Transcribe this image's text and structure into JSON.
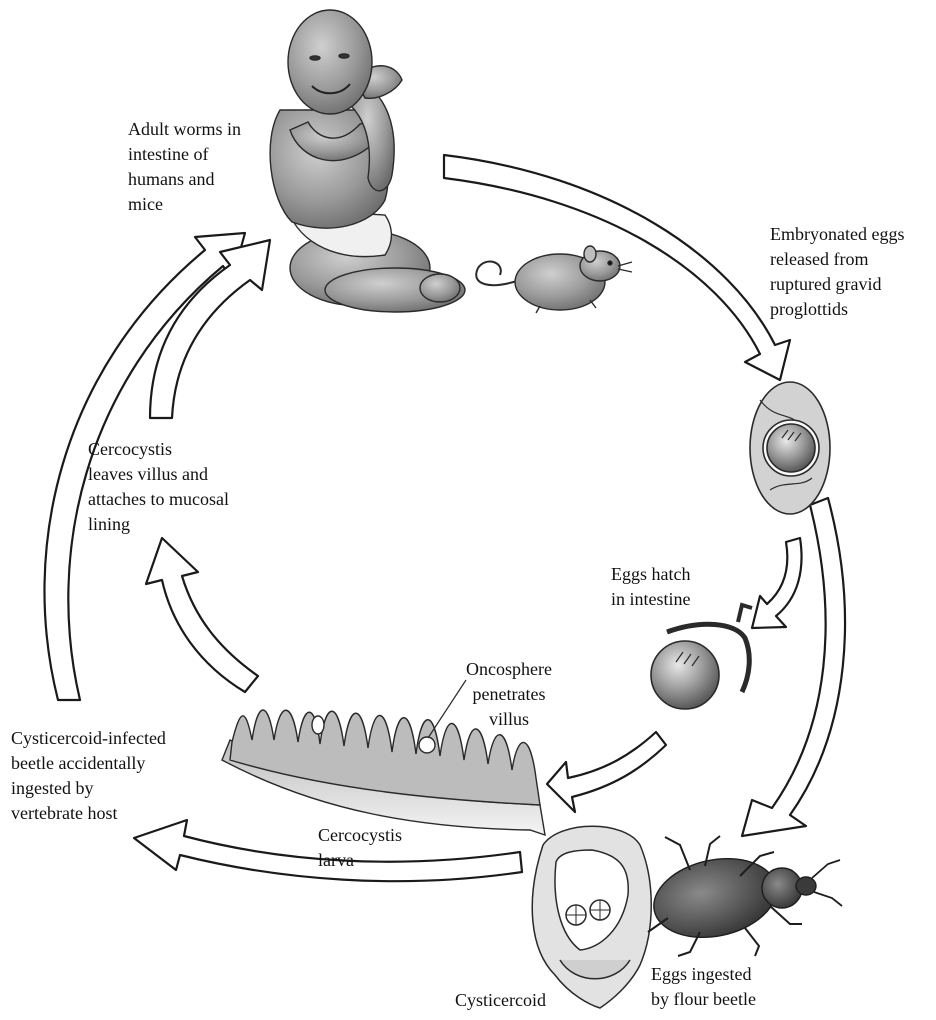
{
  "labels": {
    "adult_worms": [
      "Adult worms in",
      "intestine of",
      "humans and",
      "mice"
    ],
    "embryonated_eggs": [
      "Embryonated eggs",
      "released from",
      "ruptured gravid",
      "proglottids"
    ],
    "eggs_hatch": [
      "Eggs hatch",
      "in intestine"
    ],
    "oncosphere": [
      "Oncosphere",
      "penetrates",
      "villus"
    ],
    "cercocystis_leaves": [
      "Cercocystis",
      "leaves villus and",
      "attaches to mucosal",
      "lining"
    ],
    "cysticercoid_infected": [
      "Cysticercoid-infected",
      "beetle accidentally",
      "ingested by",
      "vertebrate host"
    ],
    "cercocystis_larva": [
      "Cercocystis",
      "larva"
    ],
    "eggs_ingested": [
      "Eggs ingested",
      "by flour beetle"
    ],
    "cysticercoid": "Cysticercoid"
  }
}
